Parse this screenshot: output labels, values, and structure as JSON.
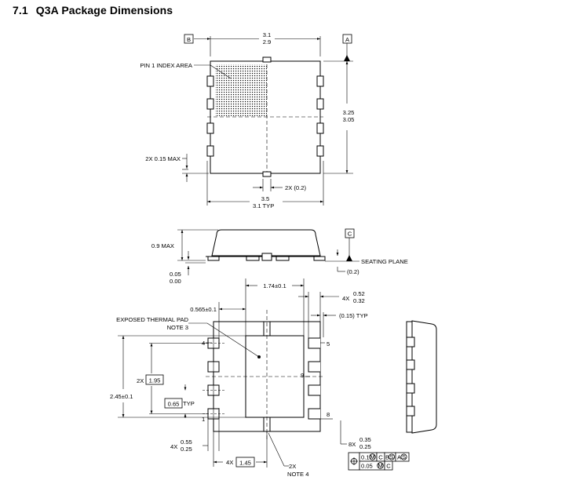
{
  "section": {
    "number": "7.1",
    "title": "Q3A Package Dimensions"
  },
  "datums": {
    "a": "A",
    "b": "B",
    "c": "C"
  },
  "top_view": {
    "width_max": "3.1",
    "width_min": "2.9",
    "height_max": "3.25",
    "height_min": "3.05",
    "pin1_label": "PIN 1 INDEX AREA",
    "corner_label": "2X 0.15 MAX",
    "tab_label": "2X (0.2)",
    "overall_max": "3.5",
    "overall_min": "3.1 TYP"
  },
  "side_view": {
    "height_label": "0.9 MAX",
    "standoff_max": "0.05",
    "standoff_min": "0.00",
    "seating_plane": "SEATING PLANE",
    "lead_thickness": "(0.2)"
  },
  "bottom_view": {
    "pad_span": "1.74±0.1",
    "pad_offset": "0.565±0.1",
    "thermal_pad_label": "EXPOSED THERMAL PAD",
    "thermal_pad_note": "NOTE 3",
    "lead_width_prefix": "4X",
    "lead_width_max": "0.52",
    "lead_width_min": "0.32",
    "lead_gap": "(0.15) TYP",
    "pitch_prefix": "2X",
    "pitch_value": "1.95",
    "pitch_typ_value": "0.65",
    "pitch_typ_suffix": "TYP",
    "body_height": "2.45±0.1",
    "pin_numbers": [
      "4",
      "1",
      "5",
      "9",
      "8"
    ],
    "lead_length_prefix": "4X",
    "lead_length_max": "0.55",
    "lead_length_min": "0.25",
    "lead_span_prefix": "4X",
    "lead_span_value": "1.45",
    "bottom_note_prefix": "2X",
    "bottom_note": "NOTE 4",
    "land_prefix": "8X",
    "land_max": "0.35",
    "land_min": "0.25"
  },
  "tolerance_frame": {
    "row1_tol": "0.1",
    "row1_ref1": "C",
    "row1_ref2": "B",
    "row1_ref3": "A",
    "row2_tol": "0.05",
    "row2_ref1": "C"
  }
}
